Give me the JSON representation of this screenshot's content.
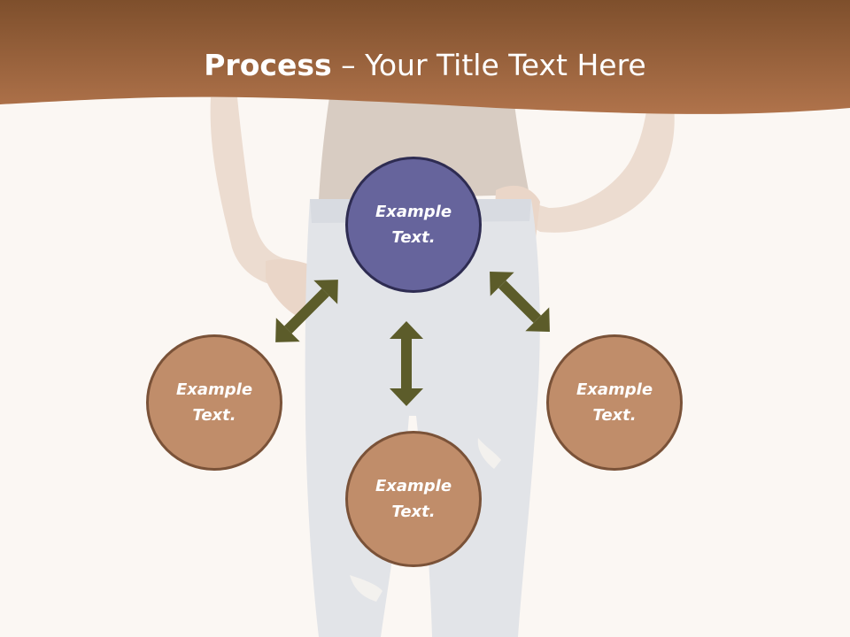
{
  "slide": {
    "title_bold": "Process",
    "title_rest": " – Your Title Text Here"
  },
  "nodes": [
    {
      "id": "top",
      "label": "Example Text."
    },
    {
      "id": "left",
      "label": "Example Text."
    },
    {
      "id": "bottom",
      "label": "Example Text."
    },
    {
      "id": "right",
      "label": "Example Text."
    }
  ],
  "colors": {
    "band": "#a56a44",
    "top_circle": "#66649c",
    "side_circle": "#c08d6a",
    "arrow": "#5c5c2a"
  },
  "background": "faded photo of person in jeans with hands on hips"
}
